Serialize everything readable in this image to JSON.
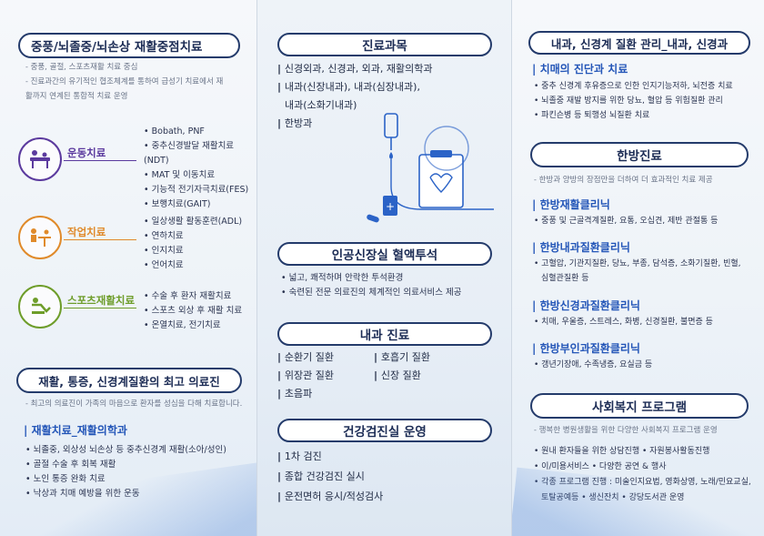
{
  "panel1": {
    "title": "중풍/뇌졸중/뇌손상 재활중점치료",
    "notes": [
      "- 중풍, 골절, 스포츠재활 치료 중심",
      "- 진료과간의 유기적인 협조체계를 통하여 급성기 치료에서 재",
      "활까지 연계된 통합적 치료 운영"
    ],
    "therapies": [
      {
        "label": "운동치료",
        "color": "#5b3a9e",
        "icon": "exercise-icon",
        "items": [
          "Bobath, PNF",
          "중추신경발달 재활치료(NDT)",
          "MAT 및 이동치료",
          "기능적 전기자극치료(FES)",
          "보행치료(GAIT)"
        ]
      },
      {
        "label": "작업치료",
        "color": "#e08a2a",
        "icon": "occupational-icon",
        "items": [
          "일상생활 활동훈련(ADL)",
          "연하치료",
          "인지치료",
          "언어치료"
        ]
      },
      {
        "label": "스포츠재활치료",
        "color": "#6e9d2a",
        "icon": "sports-rehab-icon",
        "items": [
          "수술 후 환자 재활치료",
          "스포츠 외상 후 재활 치료",
          "온열치료, 전기치료"
        ]
      }
    ],
    "title2": "재활, 통증, 신경계질환의 최고 의료진",
    "note2": "- 최고의 의료진이 가족의 마음으로 환자를 성심을 다해 치료합니다.",
    "sub": "재활치료_재활의학과",
    "sub_items": [
      "뇌졸중, 외상성 뇌손상 등 중추신경계 재활(소아/성인)",
      "골절 수술 후 회복 재활",
      "노인 통증 완화 치료",
      "낙상과 치매 예방을 위한 운동"
    ]
  },
  "panel2": {
    "title": "진료과목",
    "depts": [
      "신경외과, 신경과, 외과, 재활의학과",
      "내과(신장내과), 내과(심장내과),",
      "내과(소화기내과)",
      "한방과"
    ],
    "title2": "인공신장실 혈액투석",
    "dialysis": [
      "넓고, 쾌적하며 안락한 투석환경",
      "숙련된 전문 의료진의 체계적인 의료서비스 제공"
    ],
    "title3": "내과 진료",
    "internal": [
      "순환기 질환",
      "호흡기 질환",
      "위장관 질환",
      "신장 질환",
      "초음파"
    ],
    "title4": "건강검진실 운영",
    "checkup": [
      "1차 검진",
      "종합 건강검진 실시",
      "운전면허 응시/적성검사"
    ]
  },
  "panel3": {
    "title": "내과, 신경계 질환 관리_내과, 신경과",
    "sub": "치매의 진단과 치료",
    "sub_items": [
      "중추 신경계 후유증으로 인한 인지기능저하, 뇌전증 치료",
      "뇌졸중 재발 방지를 위한 당뇨, 혈압 등 위험질환 관리",
      "파킨슨병 등 퇴행성 뇌질환 치료"
    ],
    "title2": "한방진료",
    "note2": "- 한방과 양방의 장점만을 더하여 더 효과적인 치료 제공",
    "clinics": [
      {
        "name": "한방재활클리닉",
        "desc": [
          "중풍 및 근골격계질환, 요통, 오십견, 제반 관절통 등"
        ]
      },
      {
        "name": "한방내과질환클리닉",
        "desc": [
          "고혈압, 기관지질환, 당뇨, 부종, 담석증, 소화기질환, 빈혈,",
          "심혈관질환 등"
        ]
      },
      {
        "name": "한방신경과질환클리닉",
        "desc": [
          "치매, 우울증, 스트레스, 화병, 신경질환, 불면증 등"
        ]
      },
      {
        "name": "한방부인과질환클리닉",
        "desc": [
          "갱년기장애, 수족냉증, 요실금 등"
        ]
      }
    ],
    "title3": "사회복지 프로그램",
    "note3": "- 행복한 병원생활을 위한 다양한 사회복지 프로그램 운영",
    "welfare": [
      "원내 환자들을 위한 상담진행  • 자원봉사활동진행",
      "이/미용서비스  • 다양한 공연 & 행사",
      "각종 프로그램 진행 : 미술인지요법, 영화상영, 노래/민요교실,",
      "토탈공예등  • 생신잔치  • 강당도서관 운영"
    ]
  }
}
